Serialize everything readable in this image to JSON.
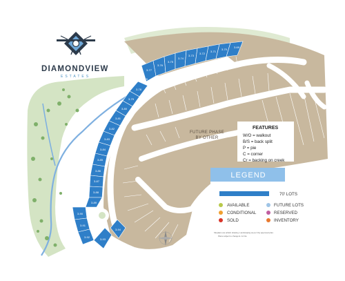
{
  "brand": {
    "name": "DIAMONDVIEW",
    "subtitle": "ESTATES",
    "logo_icon": "airplane-diamond-icon"
  },
  "map": {
    "phase_label_line1": "FUTURE PHASE",
    "phase_label_line2": "BY OTHER",
    "colors": {
      "lot_blue": "#2f7fc8",
      "lot_beige": "#c8b89e",
      "road": "#ffffff",
      "green_space": "#d4e4c4",
      "tree": "#7fb06a",
      "creek": "#7fb0e0"
    },
    "lots": [
      {
        "id": "3-69"
      },
      {
        "id": "3-70"
      },
      {
        "id": "3-71"
      },
      {
        "id": "3-72"
      },
      {
        "id": "3-73"
      },
      {
        "id": "3-74"
      },
      {
        "id": "3-75"
      },
      {
        "id": "3-76"
      },
      {
        "id": "3-77"
      },
      {
        "id": "3-78"
      },
      {
        "id": "3-79"
      },
      {
        "id": "3-80"
      },
      {
        "id": "3-81"
      },
      {
        "id": "3-82"
      },
      {
        "id": "3-83"
      },
      {
        "id": "3-84"
      },
      {
        "id": "3-85"
      },
      {
        "id": "3-86"
      },
      {
        "id": "3-87"
      },
      {
        "id": "3-88"
      },
      {
        "id": "3-89"
      },
      {
        "id": "3-90"
      },
      {
        "id": "3-91"
      },
      {
        "id": "3-92"
      },
      {
        "id": "3-93"
      },
      {
        "id": "3-94"
      },
      {
        "id": "3-95"
      }
    ]
  },
  "features": {
    "title": "FEATURES",
    "items": [
      "W/O = walkout",
      "B/S = back split",
      "P = pie",
      "C = corner",
      "Cr = backing on creek"
    ]
  },
  "legend": {
    "title": "LEGEND",
    "lot_size_label": "70' LOTS",
    "lot_size_color": "#2f7fc8",
    "statuses": [
      {
        "label": "AVAILABLE",
        "color": "#b8c94a"
      },
      {
        "label": "CONDITIONAL",
        "color": "#f0a030"
      },
      {
        "label": "SOLD",
        "color": "#d8352a"
      },
      {
        "label": "FUTURE LOTS",
        "color": "#9fc4e6"
      },
      {
        "label": "RESERVED",
        "color": "#c05ea0"
      },
      {
        "label": "INVENTORY",
        "color": "#e87a30"
      }
    ]
  },
  "disclaimer": {
    "line1": "Siteplans are artistic drawing. Landscaping as per City approved plan.",
    "line2": "Plans subject to change E. & O.E."
  }
}
